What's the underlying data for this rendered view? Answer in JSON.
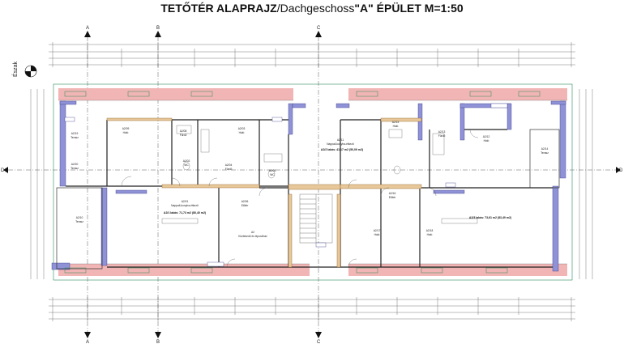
{
  "title": {
    "part1": "TETŐTÉR ALAPRAJZ",
    "part2": "/Dachgeschoss",
    "part3": "\"A\" ÉPÜLET M=1:50"
  },
  "north_label": "Észak",
  "grid_axes": {
    "vertical": [
      "A",
      "B",
      "C"
    ],
    "horizontal": [
      "D"
    ]
  },
  "rooms": [
    {
      "id": "A2/09",
      "name": "Háló"
    },
    {
      "id": "A2/08",
      "name": "Fürdő"
    },
    {
      "id": "A2/03",
      "name": "Háló"
    },
    {
      "id": "A2/04",
      "name": "Fürdő"
    },
    {
      "id": "A2/02",
      "name": "WC"
    },
    {
      "id": "A2/05",
      "name": "WC"
    },
    {
      "id": "A2/06",
      "name": "Előtér"
    },
    {
      "id": "A2/01",
      "name": "Nappali-konyha-étkező"
    },
    {
      "id": "A2/10",
      "name": "Terasz"
    },
    {
      "id": "A2/11",
      "name": "Nappali-konyha-étkező"
    },
    {
      "id": "A2/12",
      "name": "Háló"
    },
    {
      "id": "A2/13",
      "name": "Fürdő"
    },
    {
      "id": "A2/14",
      "name": "Terasz"
    },
    {
      "id": "A2/15",
      "name": "Háló"
    },
    {
      "id": "A2/16",
      "name": "Előtér"
    },
    {
      "id": "A2/17",
      "name": "Háló"
    },
    {
      "id": "A2/18",
      "name": "Háló"
    },
    {
      "id": "A2/19",
      "name": "Terasz"
    },
    {
      "id": "A2/20",
      "name": "Terasz"
    },
    {
      "id": "A2",
      "name": "Közlekedő és lépcsőház"
    }
  ],
  "apartments": [
    {
      "label": "A2/1 lakás: 71,73 m2 (80,40 m2)"
    },
    {
      "label": "A2/2 lakás: 41,17 m2 (50,09 m2)"
    },
    {
      "label": "A2/3 lakás: 73,61 m2 (83,49 m2)"
    }
  ]
}
